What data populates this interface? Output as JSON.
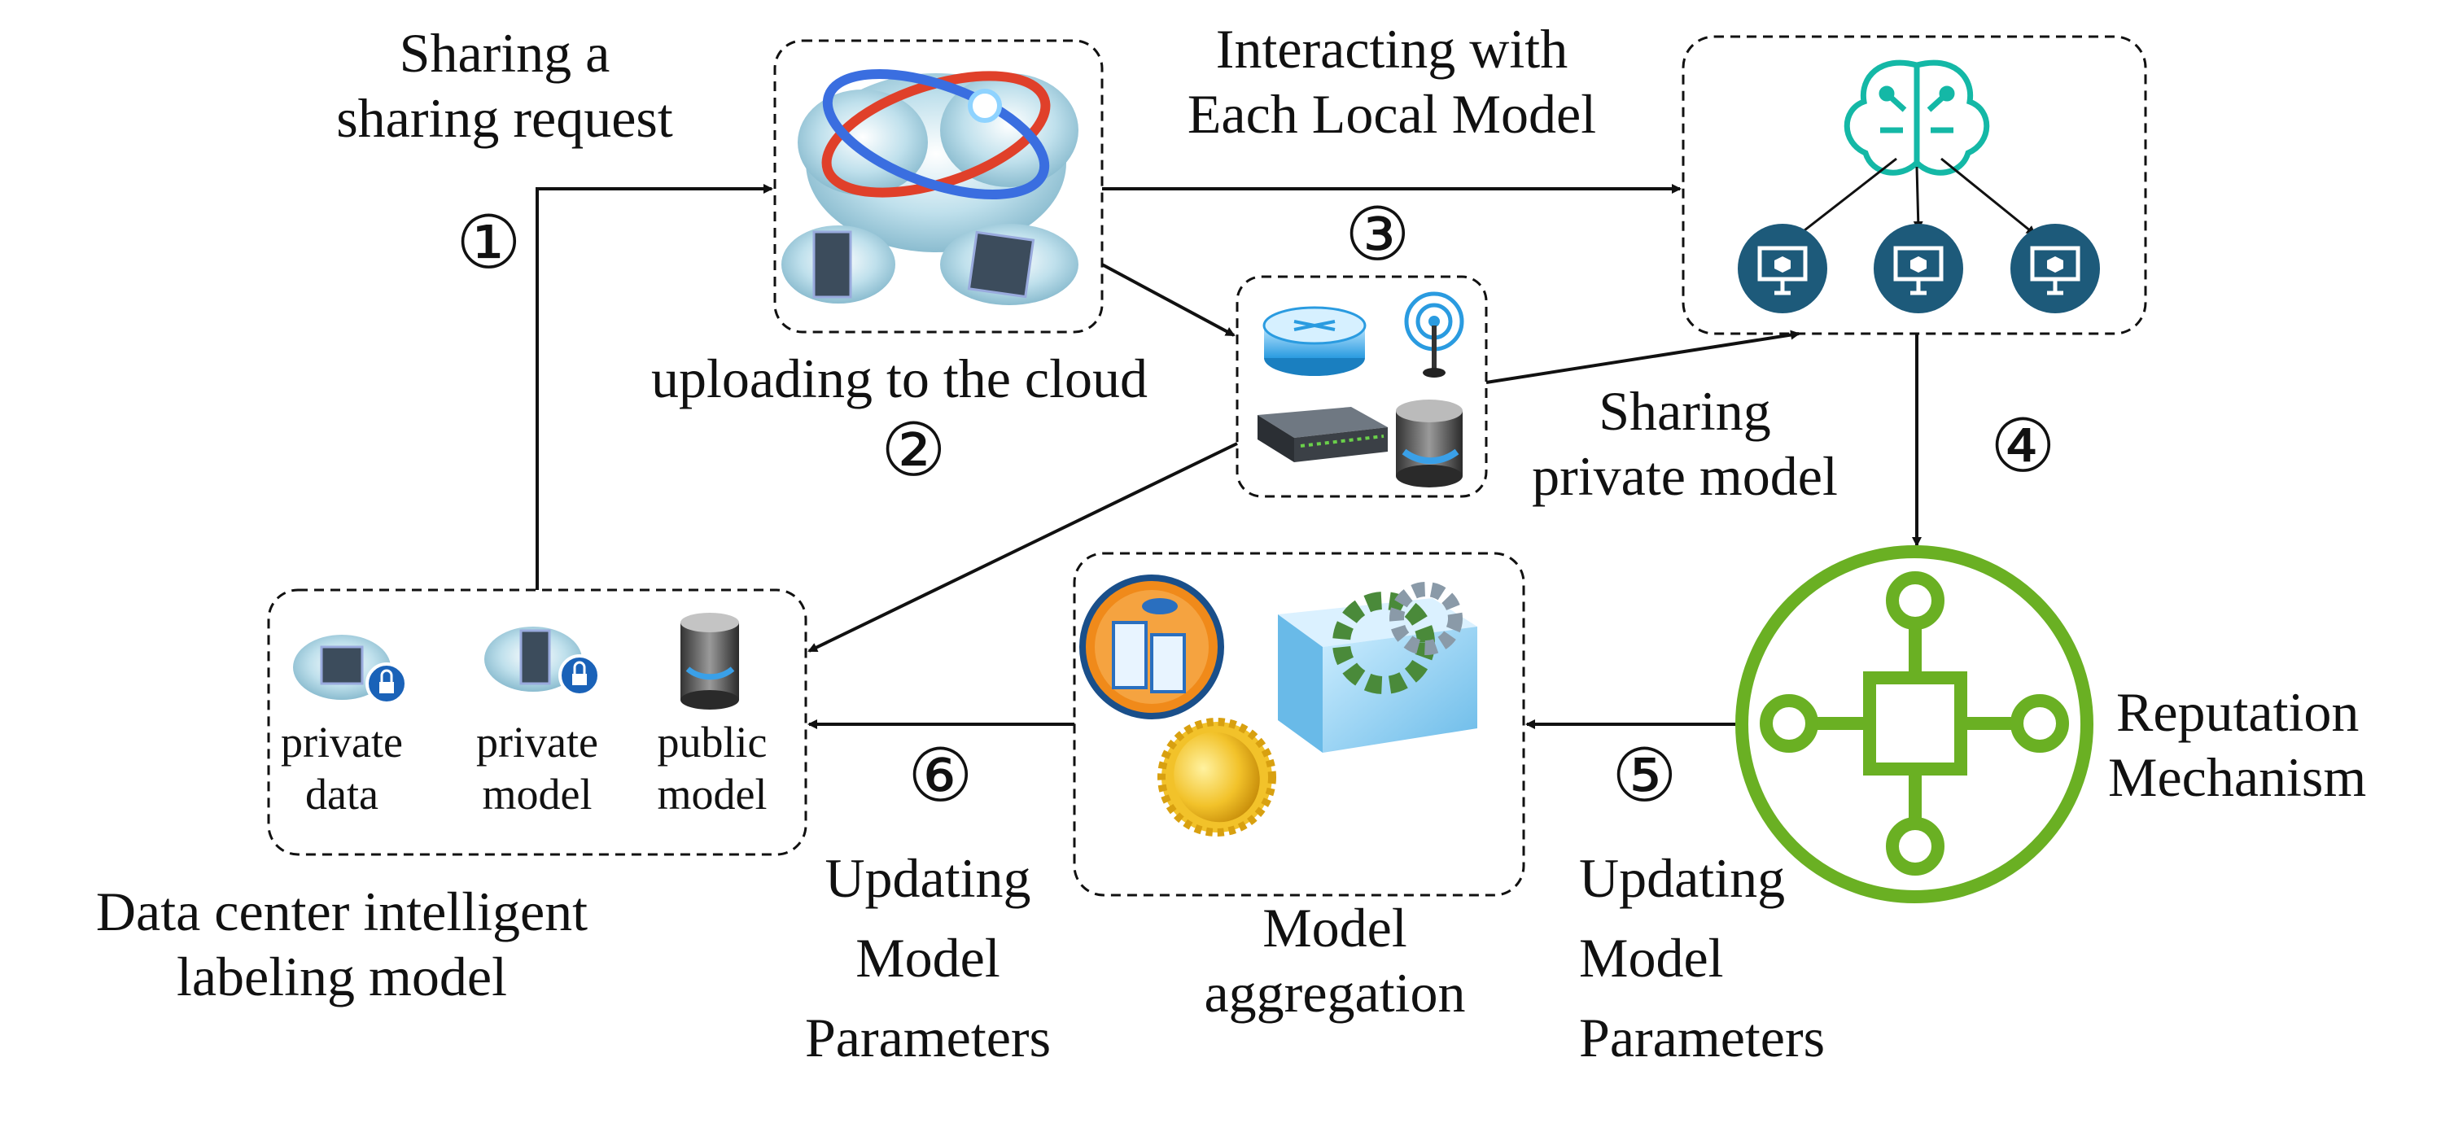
{
  "labels": {
    "sharing_request": [
      "Sharing a",
      "sharing request"
    ],
    "interacting": [
      "Interacting with",
      "Each Local Model"
    ],
    "uploading": "uploading to the cloud",
    "sharing_private": [
      "Sharing",
      "private model"
    ],
    "reputation": [
      "Reputation",
      "Mechanism"
    ],
    "data_center": [
      "Data center intelligent",
      "labeling model"
    ],
    "updating_left": [
      "Updating",
      "Model",
      "Parameters"
    ],
    "model_aggregation": [
      "Model",
      "aggregation"
    ],
    "updating_right": [
      "Updating",
      "Model",
      "Parameters"
    ]
  },
  "data_items": {
    "private_data": [
      "private",
      "data"
    ],
    "private_model": [
      "private",
      "model"
    ],
    "public_model": [
      "public",
      "model"
    ]
  },
  "steps": {
    "s1": "①",
    "s2": "②",
    "s3": "③",
    "s4": "④",
    "s5": "⑤",
    "s6": "⑥"
  },
  "colors": {
    "green": "#6ab023",
    "navy": "#1d5a7a",
    "teal": "#14b8a6",
    "cloud": "#cfe6ef",
    "orange": "#f08a1a",
    "gold": "#f2c22a"
  },
  "icons": [
    "cloud-server-icon",
    "brain-network-icon",
    "monitor-node-icon",
    "router-icon",
    "antenna-icon",
    "switch-icon",
    "database-icon",
    "lock-icon",
    "gear-box-icon",
    "gold-medal-icon",
    "server-rack-icon"
  ]
}
